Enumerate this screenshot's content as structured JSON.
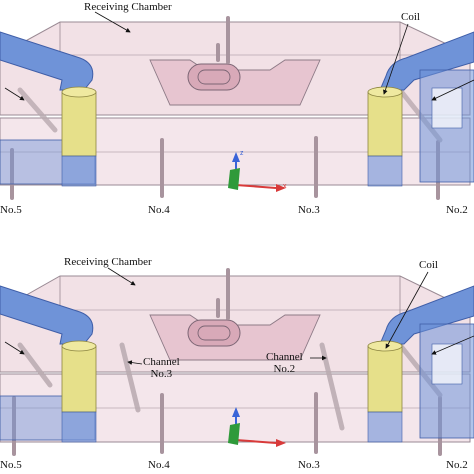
{
  "colors": {
    "chamber_fill": "#e7c8d2",
    "chamber_edge": "#9a8a94",
    "coil": "#e6e08a",
    "arm": "#6f93d8",
    "rod": "#b9aab0",
    "axis_x": "#d83a3a",
    "axis_y": "#2f9a3a",
    "axis_z": "#3a64d8"
  },
  "top_panel": {
    "receiving_chamber": "Receiving Chamber",
    "coil": "Coil",
    "axes": {
      "z": "z",
      "x": "x"
    },
    "positions": [
      "No.5",
      "No.4",
      "No.3",
      "No.2"
    ]
  },
  "bottom_panel": {
    "receiving_chamber": "Receiving Chamber",
    "coil": "Coil",
    "channel_left": "Channel\nNo.3",
    "channel_right": "Channel\nNo.2",
    "positions": [
      "No.5",
      "No.4",
      "No.3",
      "No.2"
    ]
  }
}
